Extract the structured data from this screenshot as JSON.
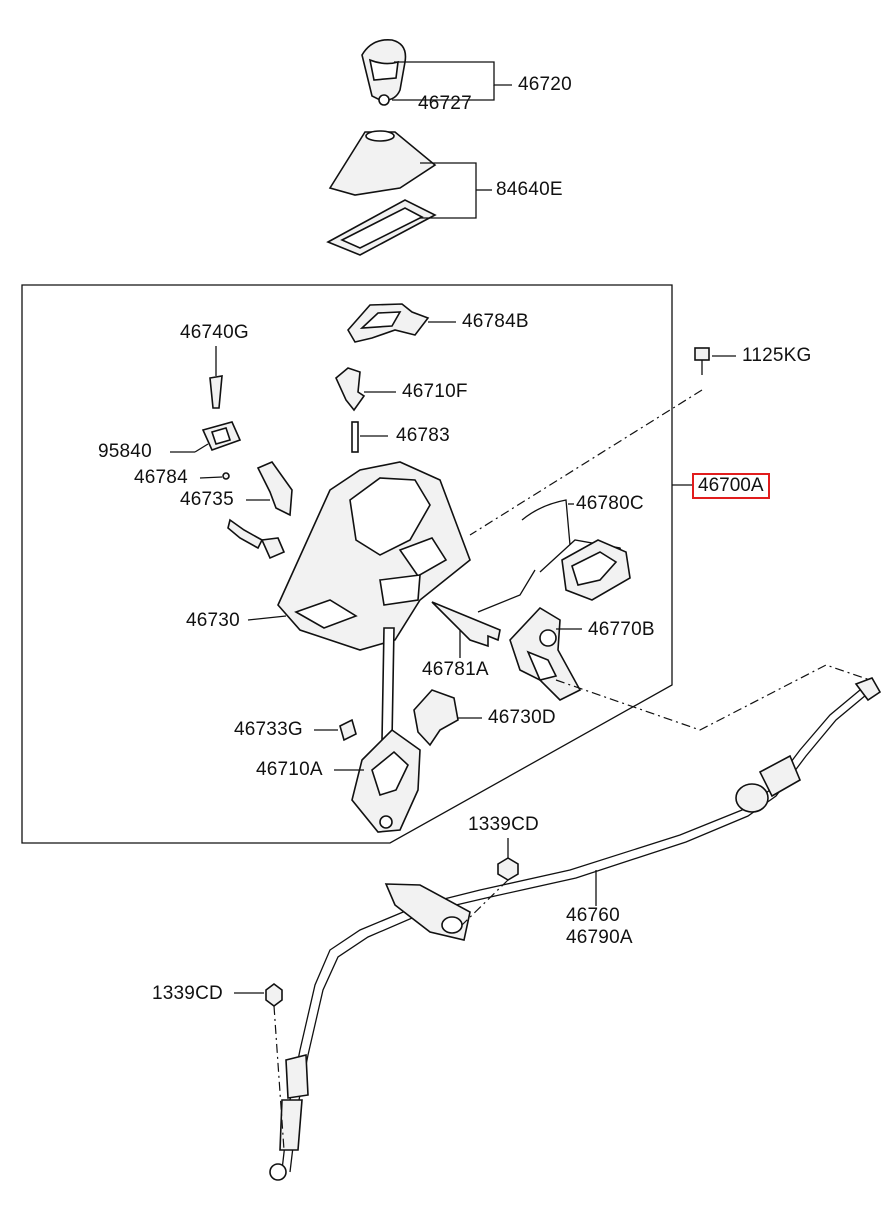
{
  "labels": {
    "p46720": "46720",
    "p46727": "46727",
    "p84640E": "84640E",
    "p46784B": "46784B",
    "p46740G": "46740G",
    "p46710F": "46710F",
    "p1125KG": "1125KG",
    "p46783": "46783",
    "p95840": "95840",
    "p46784": "46784",
    "p46700A": "46700A",
    "p46735": "46735",
    "p46780C": "46780C",
    "p46730": "46730",
    "p46770B": "46770B",
    "p46781A": "46781A",
    "p46733G": "46733G",
    "p46730D": "46730D",
    "p46710A": "46710A",
    "p1339CD_a": "1339CD",
    "p46760": "46760",
    "p46790A": "46790A",
    "p1339CD_b": "1339CD"
  },
  "colors": {
    "highlight_border": "#e11d1d",
    "line": "#111111",
    "background": "#ffffff"
  }
}
